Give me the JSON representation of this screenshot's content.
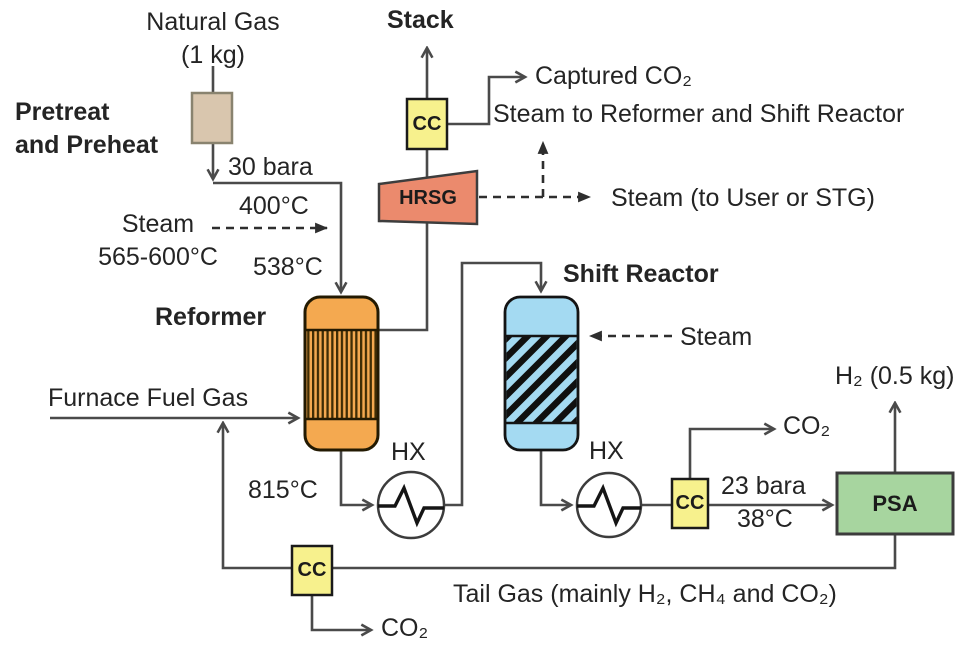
{
  "labels": {
    "natural_gas_line1": "Natural Gas",
    "natural_gas_line2": "(1 kg)",
    "pretreat_line1": "Pretreat",
    "pretreat_line2": "and Preheat",
    "stack": "Stack",
    "captured_co2": "Captured CO₂",
    "steam_to_reformer_shift": "Steam to Reformer and Shift Reactor",
    "steam_to_user": "Steam (to User or STG)",
    "pressure_30": "30 bara",
    "temp_400": "400°C",
    "steam_in_line1": "Steam",
    "steam_in_line2": "565-600°C",
    "temp_538": "538°C",
    "reformer": "Reformer",
    "shift_reactor": "Shift Reactor",
    "steam_to_shift": "Steam",
    "furnace_fuel_gas": "Furnace Fuel Gas",
    "temp_815": "815°C",
    "hx": "HX",
    "co2": "CO₂",
    "pressure_23": "23 bara",
    "temp_38": "38°C",
    "h2_product": "H₂ (0.5 kg)",
    "tail_gas": "Tail Gas (mainly H₂, CH₄ and CO₂)",
    "hrsg": "HRSG",
    "cc": "CC",
    "psa": "PSA"
  },
  "colors": {
    "pretreat_fill": "#d9c6ae",
    "cc_fill": "#f7f18d",
    "hrsg_fill": "#eb8a6d",
    "reformer_fill": "#f4a950",
    "reformer_stripe": "#3f2d05",
    "shift_fill": "#a4daf2",
    "shift_hatch": "#101010",
    "psa_fill": "#a7d59f",
    "line": "#4a4a4a",
    "text": "#242424"
  }
}
